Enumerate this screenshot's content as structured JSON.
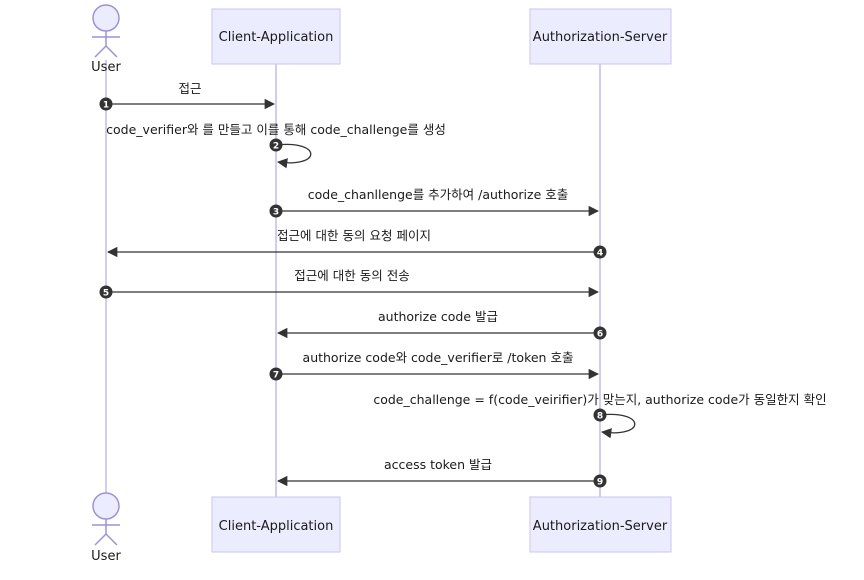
{
  "participants": {
    "user": "User",
    "client": "Client-Application",
    "server": "Authorization-Server"
  },
  "messages": [
    {
      "num": "1",
      "text": "접근"
    },
    {
      "num": "2",
      "text": "code_verifier와 를 만들고 이를 통해 code_challenge를 생성"
    },
    {
      "num": "3",
      "text": "code_chanllenge를 추가하여 /authorize 호출"
    },
    {
      "num": "4",
      "text": "접근에 대한 동의 요청 페이지"
    },
    {
      "num": "5",
      "text": "접근에 대한 동의 전송"
    },
    {
      "num": "6",
      "text": "authorize code 발급"
    },
    {
      "num": "7",
      "text": "authorize code와 code_verifier로 /token 호출"
    },
    {
      "num": "8",
      "text": "code_challenge = f(code_veirifier)가 맞는지, authorize code가 동일한지 확인"
    },
    {
      "num": "9",
      "text": "access token 발급"
    }
  ],
  "colors": {
    "actor_fill": "#ececff",
    "actor_stroke": "#cbc6f0",
    "lifeline": "#d3ccf0",
    "message": "#333333"
  }
}
